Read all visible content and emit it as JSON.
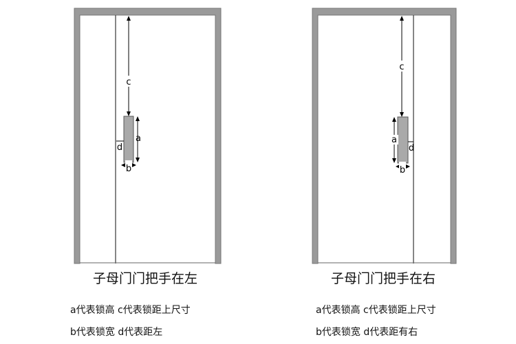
{
  "left_door": {
    "caption": "子母门门把手在左",
    "legend_line1": "a代表锁高  c代表锁距上尺寸",
    "legend_line2": "b代表锁宽  d代表距左",
    "labels": {
      "a": "a",
      "b": "b",
      "c": "c",
      "d": "d"
    }
  },
  "right_door": {
    "caption": "子母门门把手在右",
    "legend_line1": "a代表锁高  c代表锁距上尺寸",
    "legend_line2": "b代表锁宽  d代表距有右",
    "labels": {
      "a": "a",
      "b": "b",
      "c": "c",
      "d": "d"
    }
  },
  "colors": {
    "frame": "#9a9a9a",
    "frame_border": "#777777",
    "panel_line": "#444444",
    "handle": "#a9a9a9",
    "dimension": "#000000"
  }
}
